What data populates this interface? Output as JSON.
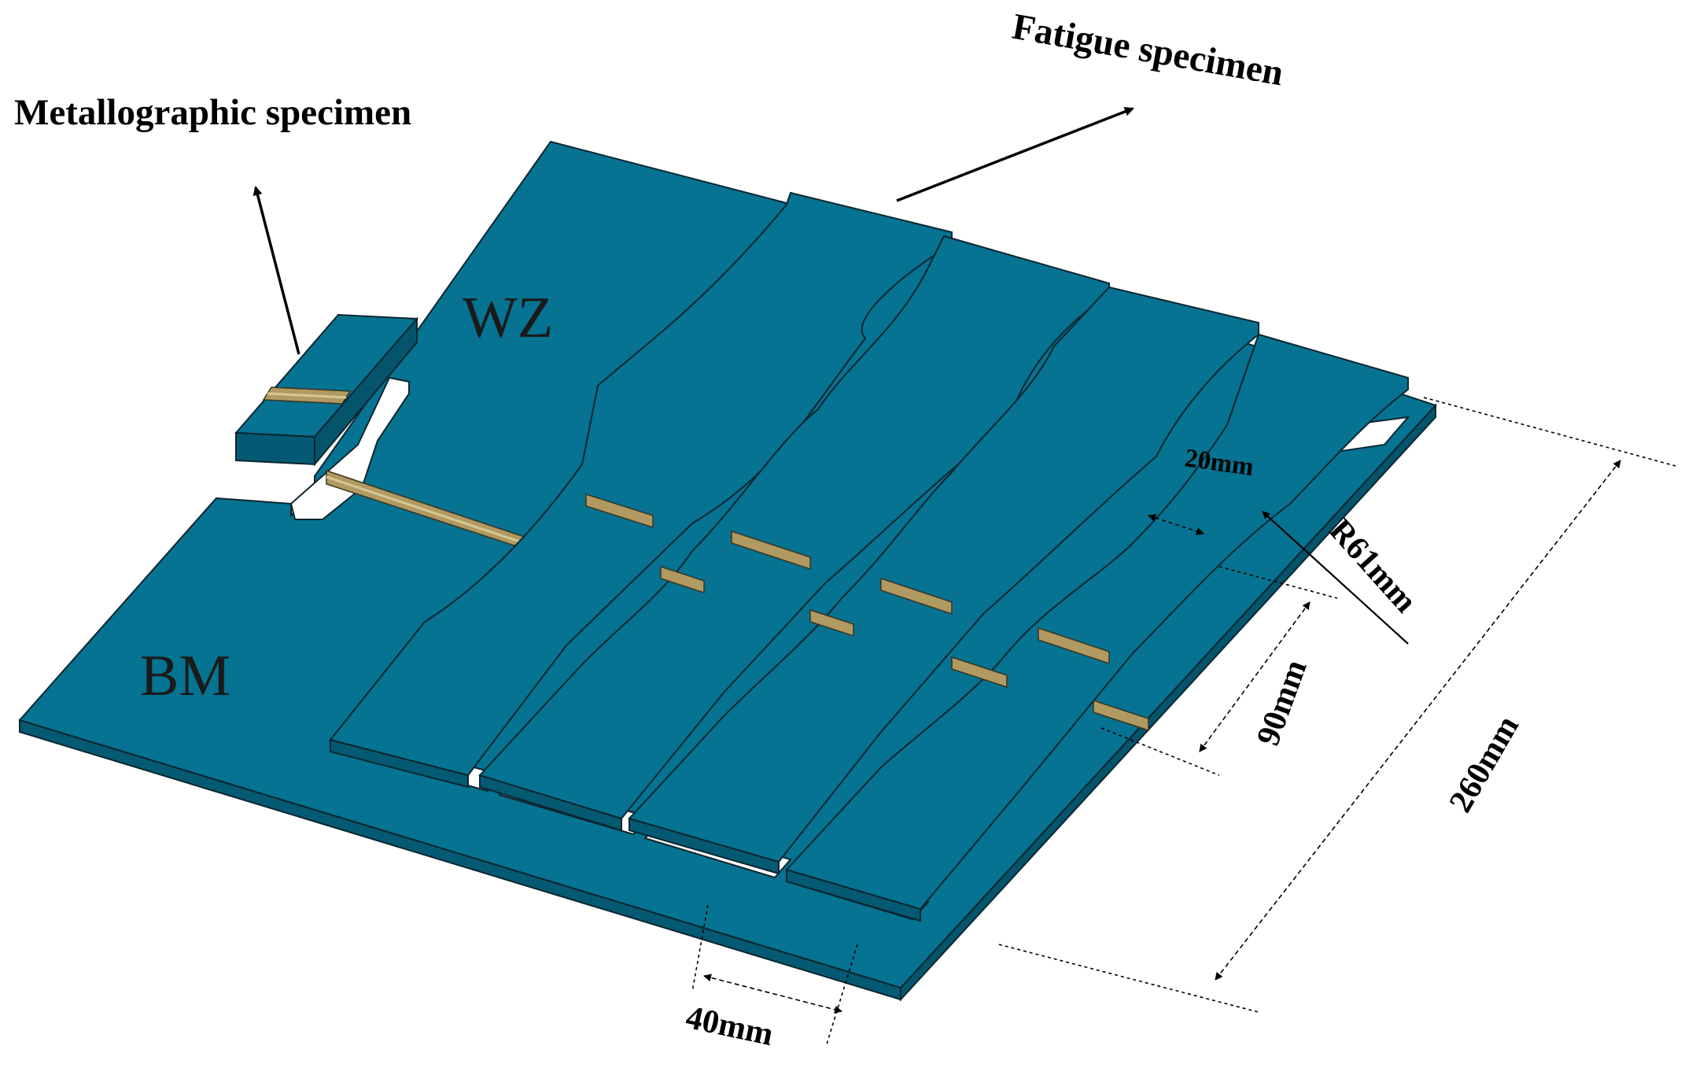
{
  "labels": {
    "metallographic": "Metallographic specimen",
    "fatigue": "Fatigue specimen",
    "wz": "WZ",
    "bm": "BM"
  },
  "dimensions": {
    "d20": "20mm",
    "r61": "R61mm",
    "d90": "90mm",
    "d260": "260mm",
    "d40": "40mm"
  },
  "colors": {
    "plate": "#057391",
    "plate_side": "#045a72",
    "edge": "#0b2630",
    "weld": "#b09a62",
    "weld_light": "#d8c793"
  }
}
